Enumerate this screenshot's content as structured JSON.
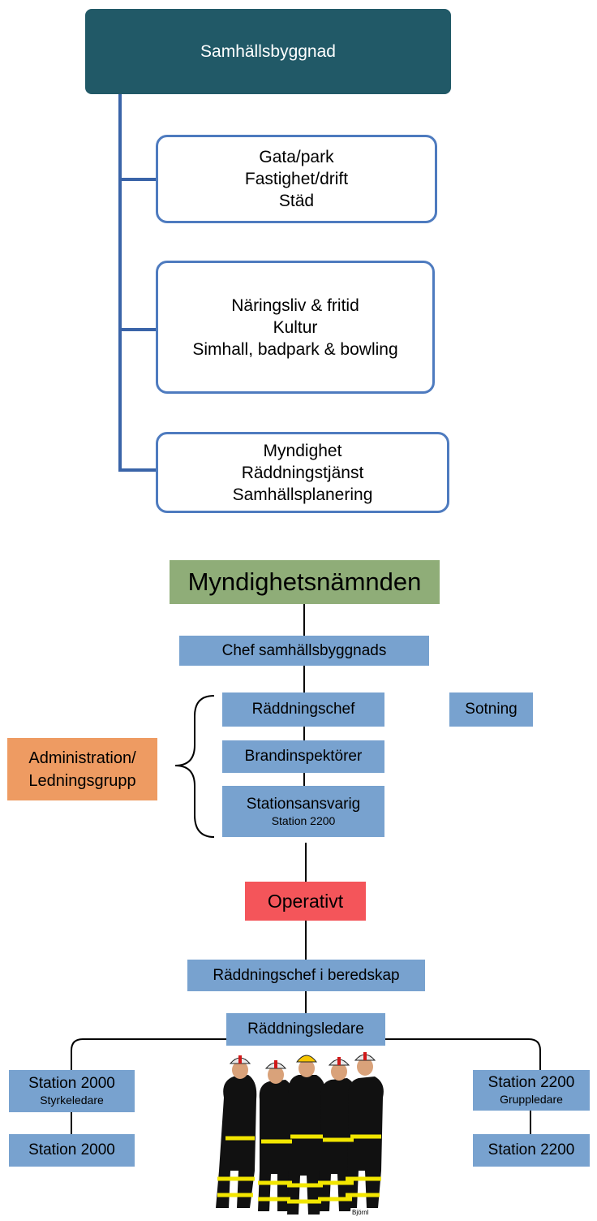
{
  "org_chart": {
    "root": "Samhällsbyggnad",
    "units": [
      {
        "lines": [
          "Gata/park",
          "Fastighet/drift",
          "Städ"
        ]
      },
      {
        "lines": [
          "Näringsliv & fritid",
          "Kultur",
          "Simhall, badpark & bowling"
        ]
      },
      {
        "lines": [
          "Myndighet",
          "Räddningstjänst",
          "Samhällsplanering"
        ]
      }
    ]
  },
  "authority": {
    "title": "Myndighetsnämnden",
    "chief": "Chef samhällsbyggnads",
    "rescue_chief": "Räddningschef",
    "chimney": "Sotning",
    "fire_inspectors": "Brandinspektörer",
    "station_manager": {
      "line1": "Stationsansvarig",
      "line2": "Station 2200"
    },
    "admin": {
      "line1": "Administration/",
      "line2": "Ledningsgrupp"
    }
  },
  "operative": {
    "title": "Operativt",
    "on_call": "Räddningschef i beredskap",
    "incident_commander": "Räddningsledare",
    "left_lead": {
      "line1": "Station 2000",
      "line2": "Styrkeledare"
    },
    "left_unit": "Station 2000",
    "right_lead": {
      "line1": "Station 2200",
      "line2": "Gruppledare"
    },
    "right_unit": "Station 2200",
    "illustration_credit": "Björnl"
  },
  "colors": {
    "root_fill": "#215967",
    "unit_border": "#4e7bbf",
    "connector": "#3a64a8",
    "role_fill": "#78a2cf",
    "authority_fill": "#8fad78",
    "admin_fill": "#ee9b62",
    "operative_fill": "#f4555a"
  }
}
